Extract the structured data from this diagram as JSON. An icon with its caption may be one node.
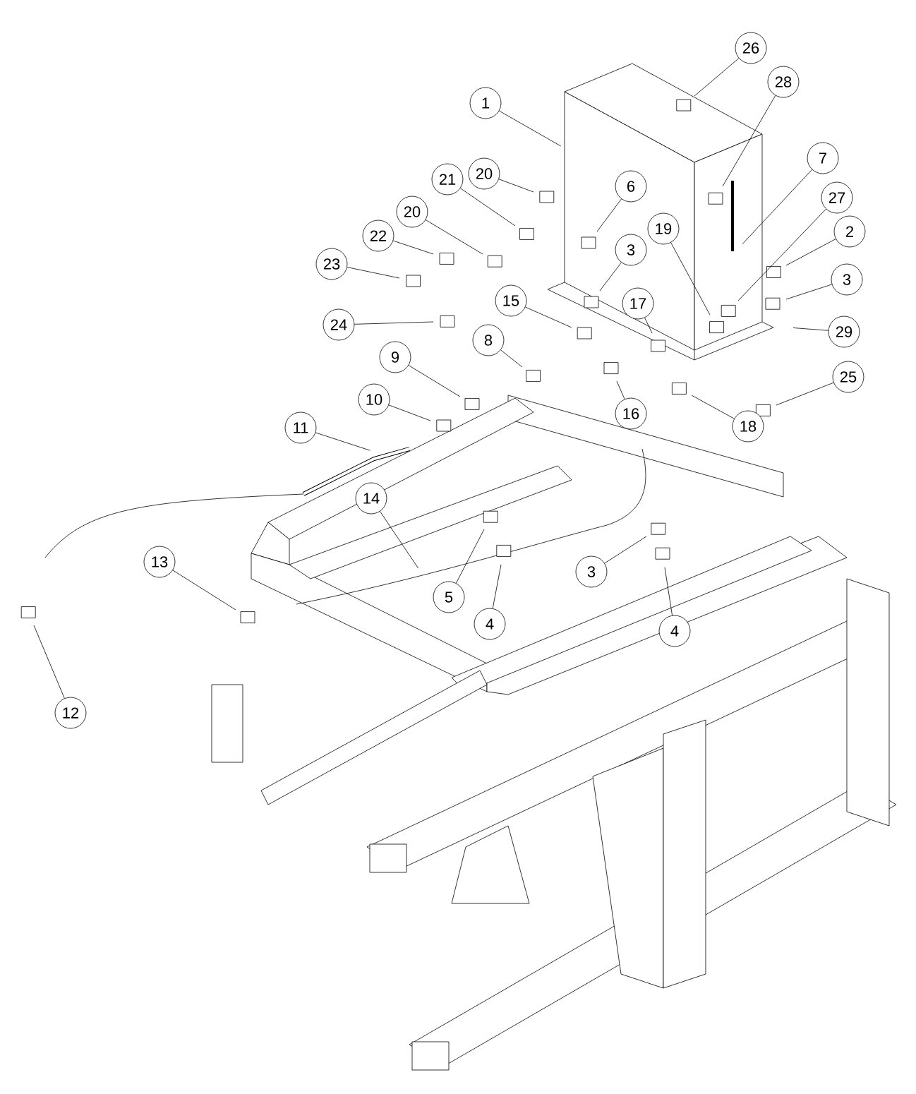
{
  "diagram": {
    "nodes": [
      {
        "text": [
          "26"
        ]
      },
      {
        "text": [
          "28"
        ]
      },
      {
        "text": [
          "1"
        ]
      },
      {
        "text": [
          "7"
        ]
      },
      {
        "text": [
          "20"
        ]
      },
      {
        "text": [
          "21"
        ]
      },
      {
        "text": [
          "6"
        ]
      },
      {
        "text": [
          "27"
        ]
      },
      {
        "text": [
          "19"
        ]
      },
      {
        "text": [
          "2"
        ]
      },
      {
        "text": [
          "20"
        ]
      },
      {
        "text": [
          "22"
        ]
      },
      {
        "text": [
          "3"
        ]
      },
      {
        "text": [
          "3"
        ]
      },
      {
        "text": [
          "23"
        ]
      },
      {
        "text": [
          "15"
        ]
      },
      {
        "text": [
          "17"
        ]
      },
      {
        "text": [
          "24"
        ]
      },
      {
        "text": [
          "29"
        ]
      },
      {
        "text": [
          "8"
        ]
      },
      {
        "text": [
          "9"
        ]
      },
      {
        "text": [
          "25"
        ]
      },
      {
        "text": [
          "10"
        ]
      },
      {
        "text": [
          "16"
        ]
      },
      {
        "text": [
          "18"
        ]
      },
      {
        "text": [
          "11"
        ]
      },
      {
        "text": [
          "14"
        ]
      },
      {
        "text": [
          "13"
        ]
      },
      {
        "text": [
          "3"
        ]
      },
      {
        "text": [
          "5"
        ]
      },
      {
        "text": [
          "4"
        ]
      },
      {
        "text": [
          "4"
        ]
      },
      {
        "text": [
          "12"
        ]
      }
    ],
    "edges": [
      {
        "from": 0,
        "to": null,
        "arrow": "none"
      },
      {
        "from": 1,
        "to": null,
        "arrow": "none"
      },
      {
        "from": 2,
        "to": null,
        "arrow": "none"
      },
      {
        "from": 3,
        "to": null,
        "arrow": "none"
      },
      {
        "from": 4,
        "to": null,
        "arrow": "none"
      },
      {
        "from": 5,
        "to": null,
        "arrow": "none"
      },
      {
        "from": 6,
        "to": null,
        "arrow": "none"
      },
      {
        "from": 7,
        "to": null,
        "arrow": "none"
      },
      {
        "from": 8,
        "to": null,
        "arrow": "none"
      },
      {
        "from": 9,
        "to": null,
        "arrow": "none"
      },
      {
        "from": 10,
        "to": null,
        "arrow": "none"
      },
      {
        "from": 11,
        "to": null,
        "arrow": "none"
      },
      {
        "from": 12,
        "to": null,
        "arrow": "none"
      },
      {
        "from": 13,
        "to": null,
        "arrow": "none"
      },
      {
        "from": 14,
        "to": null,
        "arrow": "none"
      },
      {
        "from": 15,
        "to": null,
        "arrow": "none"
      },
      {
        "from": 16,
        "to": null,
        "arrow": "none"
      },
      {
        "from": 17,
        "to": null,
        "arrow": "none"
      },
      {
        "from": 18,
        "to": null,
        "arrow": "none"
      },
      {
        "from": 19,
        "to": null,
        "arrow": "none"
      },
      {
        "from": 20,
        "to": null,
        "arrow": "none"
      },
      {
        "from": 21,
        "to": null,
        "arrow": "none"
      },
      {
        "from": 22,
        "to": null,
        "arrow": "none"
      },
      {
        "from": 23,
        "to": null,
        "arrow": "none"
      },
      {
        "from": 24,
        "to": null,
        "arrow": "none"
      },
      {
        "from": 25,
        "to": null,
        "arrow": "none"
      },
      {
        "from": 26,
        "to": null,
        "arrow": "none"
      },
      {
        "from": 27,
        "to": null,
        "arrow": "none"
      },
      {
        "from": 28,
        "to": null,
        "arrow": "none"
      },
      {
        "from": 29,
        "to": null,
        "arrow": "none"
      },
      {
        "from": 30,
        "to": null,
        "arrow": "none"
      },
      {
        "from": 31,
        "to": null,
        "arrow": "none"
      },
      {
        "from": 32,
        "to": null,
        "arrow": "none"
      }
    ]
  }
}
